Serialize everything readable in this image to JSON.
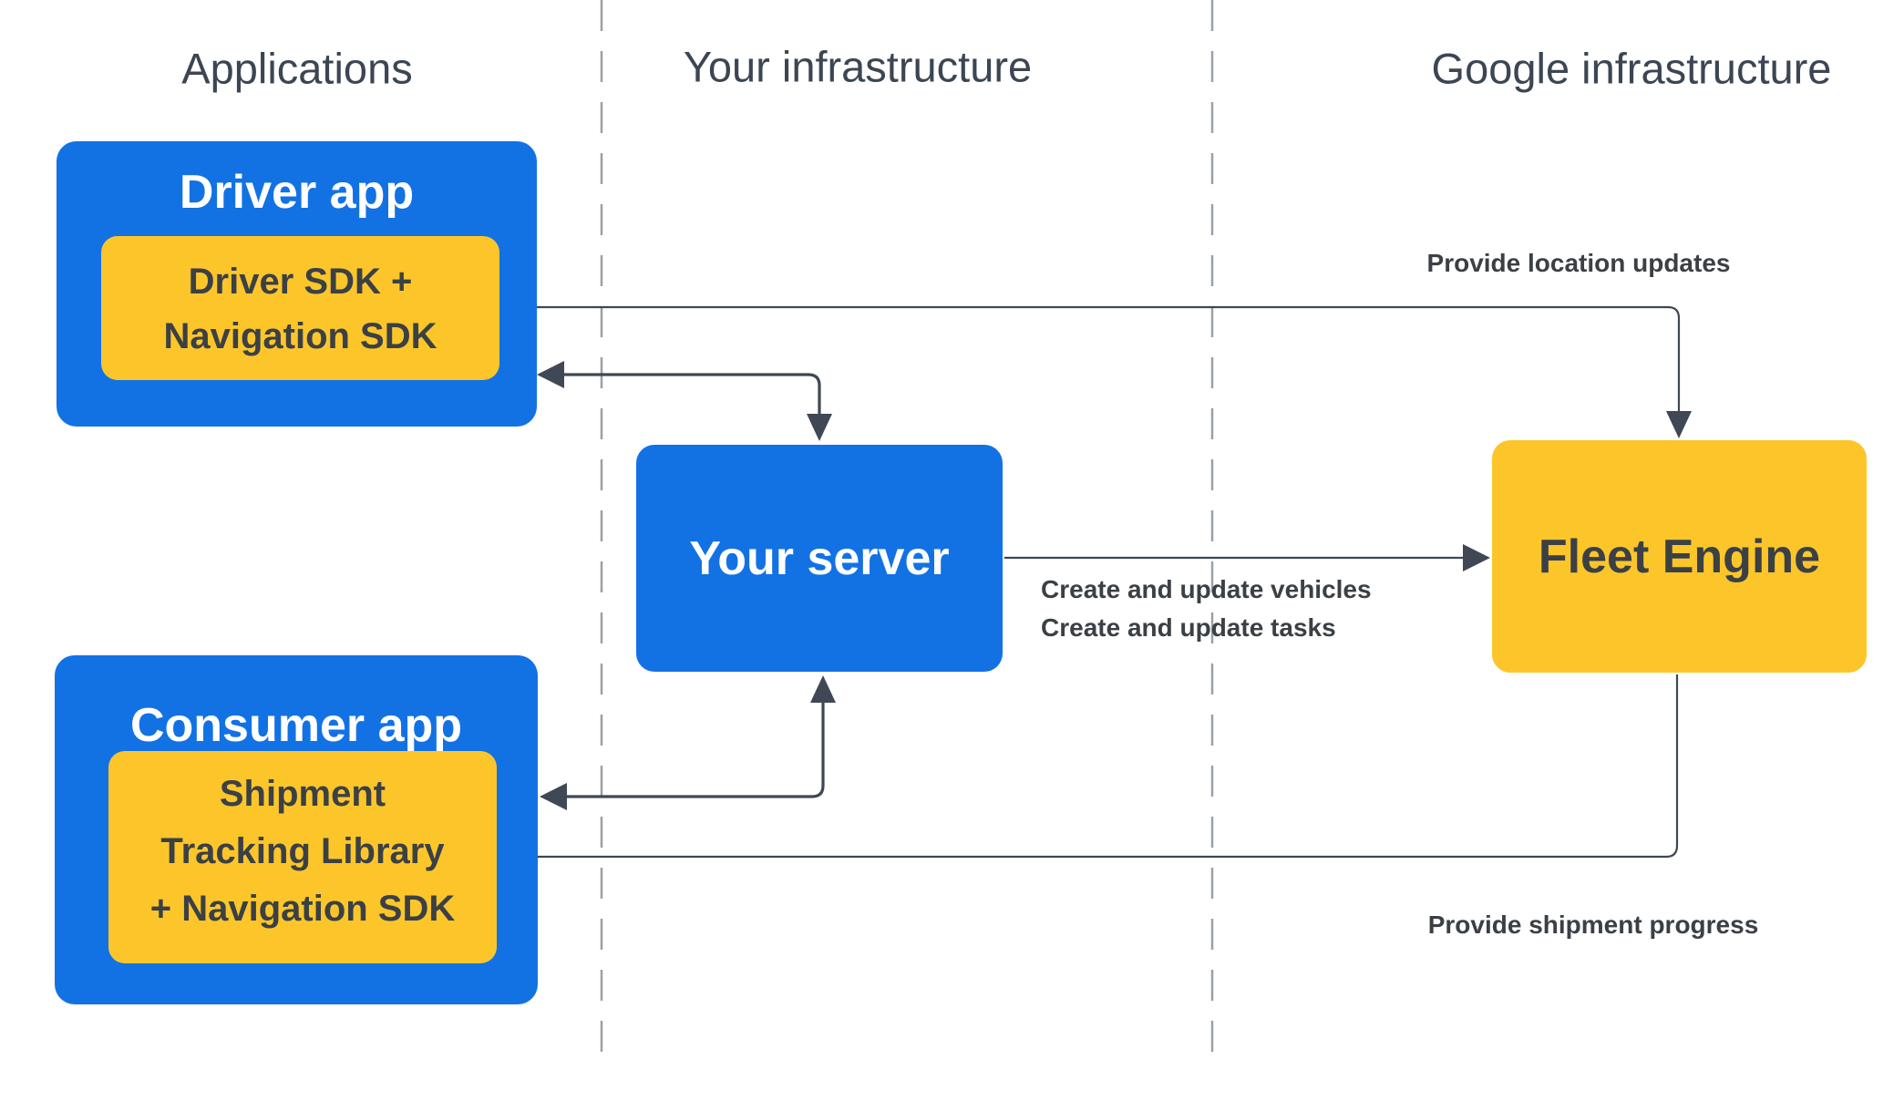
{
  "columns": [
    {
      "id": "applications",
      "label": "Applications"
    },
    {
      "id": "your-infrastructure",
      "label": "Your infrastructure"
    },
    {
      "id": "google-infrastructure",
      "label": "Google infrastructure"
    }
  ],
  "nodes": {
    "driver_app": {
      "title": "Driver app",
      "sdk_lines": [
        "Driver SDK +",
        "Navigation SDK"
      ]
    },
    "consumer_app": {
      "title": "Consumer app",
      "sdk_lines": [
        "Shipment",
        "Tracking Library",
        "+ Navigation SDK"
      ]
    },
    "your_server": {
      "title": "Your server"
    },
    "fleet_engine": {
      "title": "Fleet Engine"
    }
  },
  "edges": {
    "provide_location_updates": {
      "label": "Provide location updates",
      "between": [
        "Driver SDK + Navigation SDK",
        "Fleet Engine"
      ],
      "bidirectional": true
    },
    "driver_server_link": {
      "label": "",
      "between": [
        "Driver app",
        "Your server"
      ],
      "bidirectional": true
    },
    "consumer_server_link": {
      "label": "",
      "between": [
        "Consumer app",
        "Your server"
      ],
      "bidirectional": true
    },
    "create_update": {
      "lines": [
        "Create and update vehicles",
        "Create and update tasks"
      ],
      "between": [
        "Your server",
        "Fleet Engine"
      ],
      "bidirectional": false
    },
    "provide_shipment_progress": {
      "label": "Provide shipment progress",
      "between": [
        "Fleet Engine",
        "Shipment Tracking Library + Navigation SDK"
      ],
      "bidirectional": false
    }
  },
  "colors": {
    "node_blue": "#1272e4",
    "node_yellow": "#fcc62b",
    "arrow": "#3f4854",
    "dashed_divider": "#9aa0a6",
    "text_dark": "#3b4045",
    "text_light": "#ffffff",
    "header_text": "#3c4653",
    "background": "#ffffff"
  }
}
